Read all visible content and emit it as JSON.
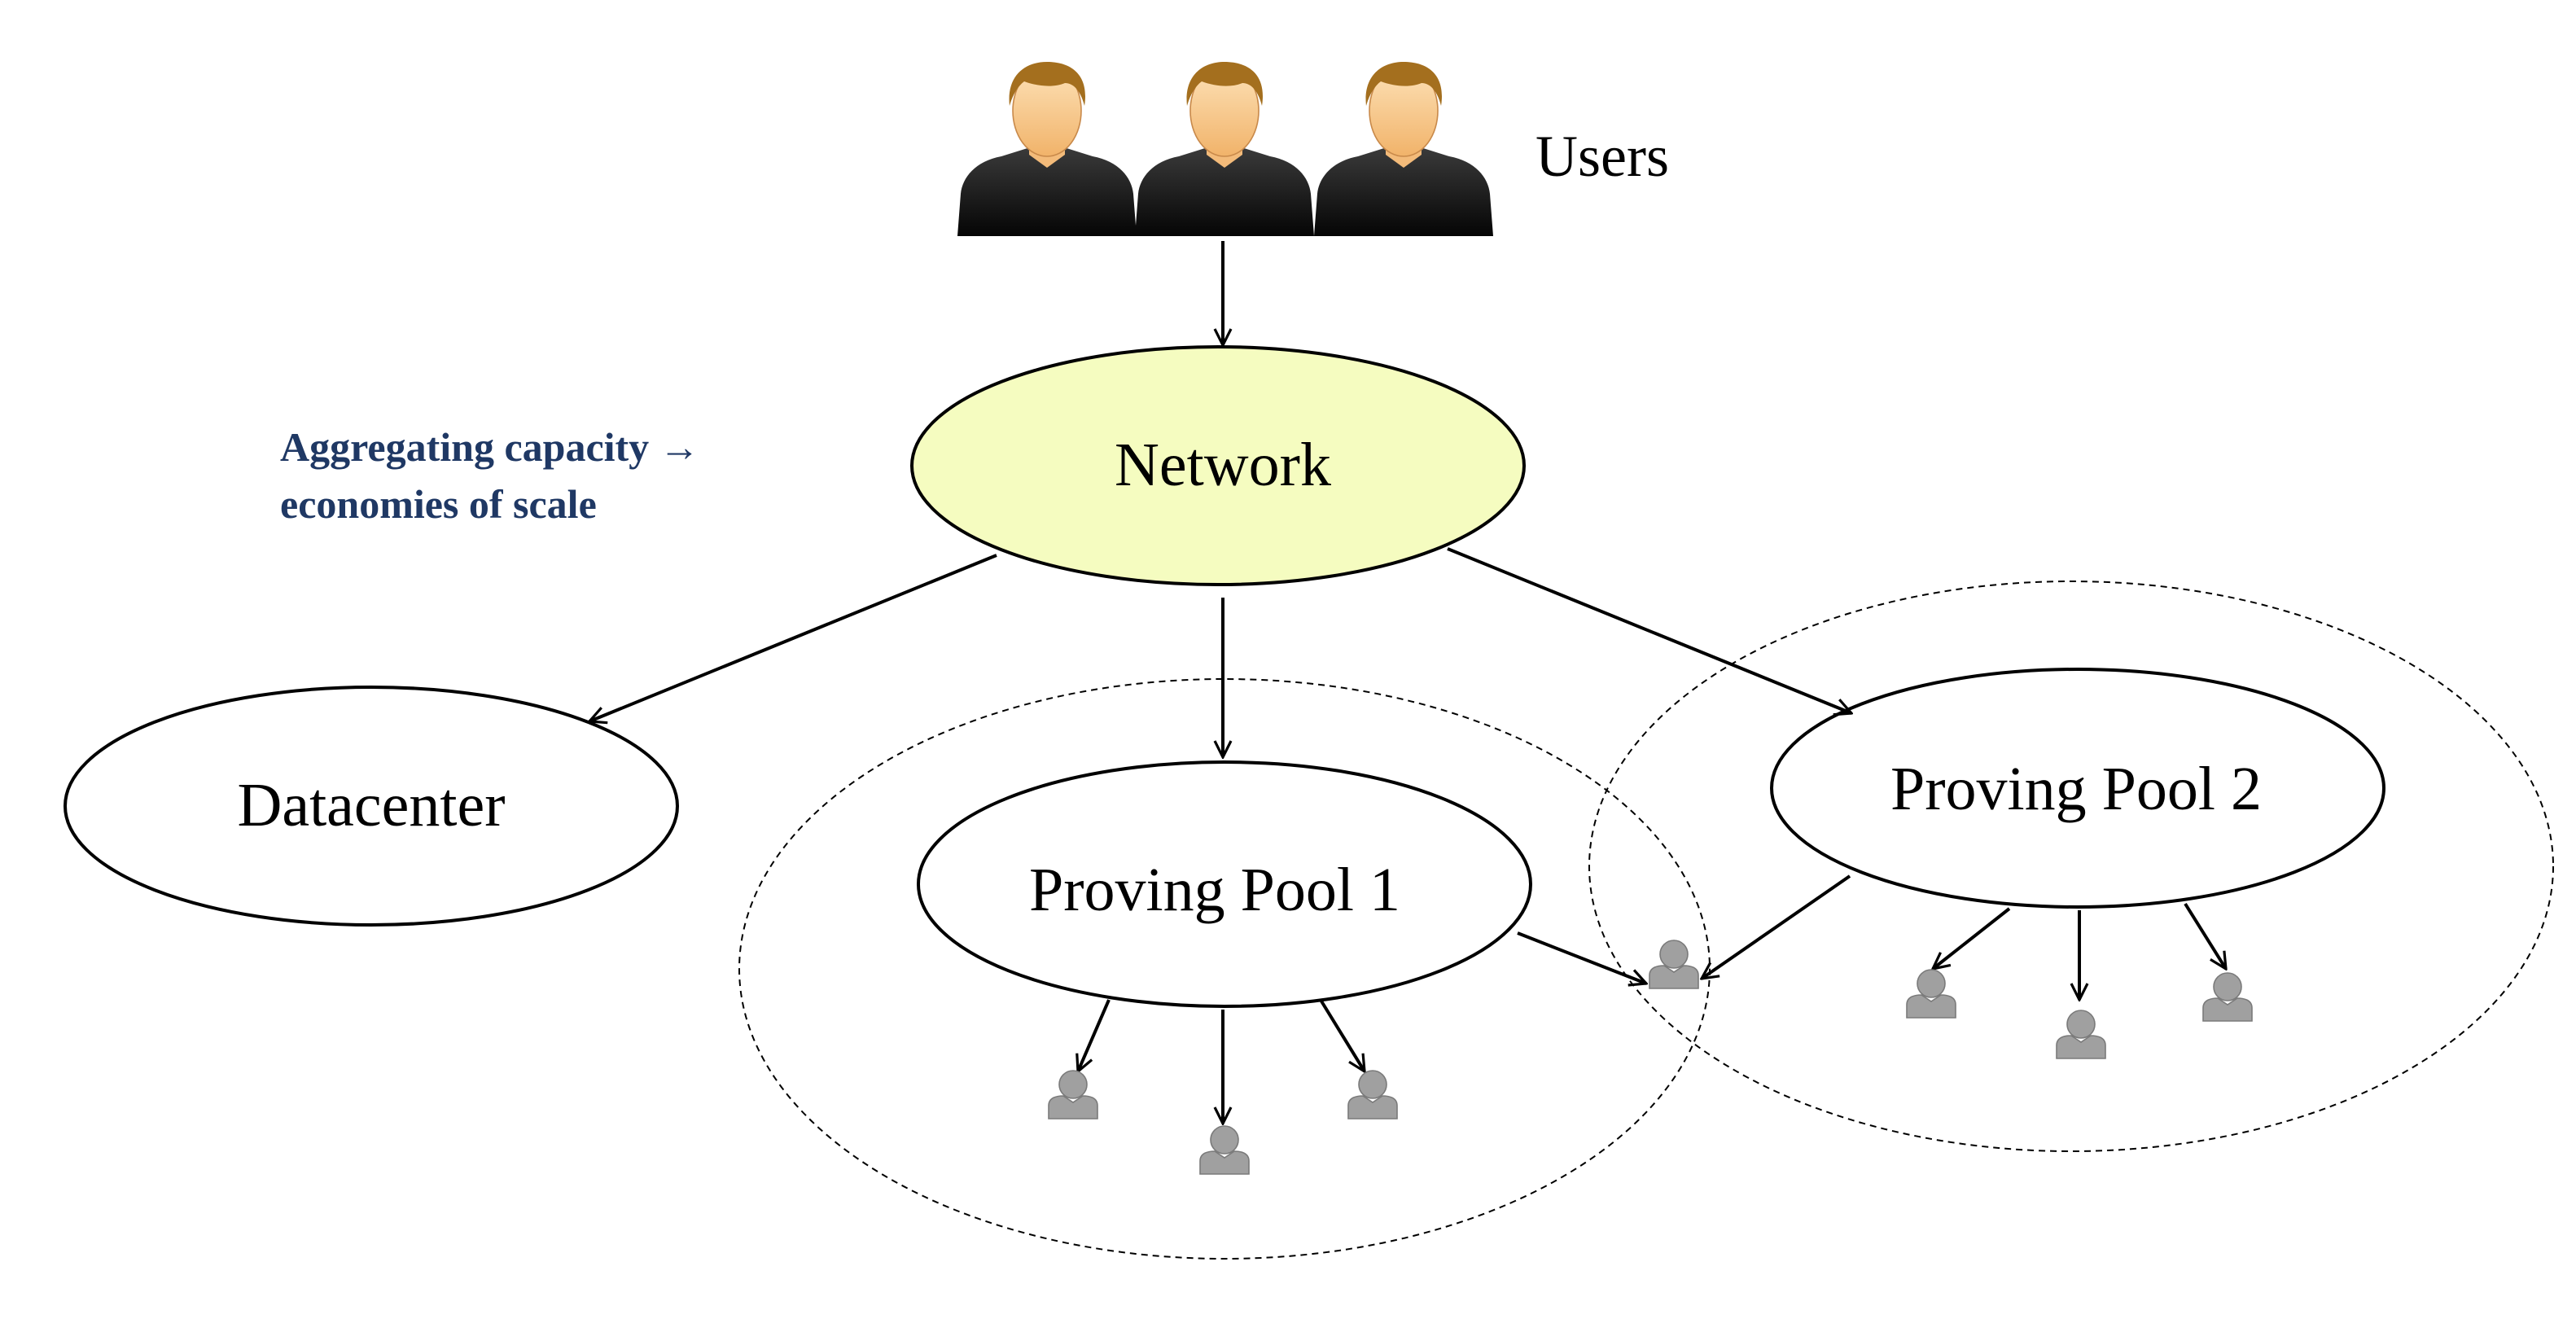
{
  "users_label": "Users",
  "nodes": {
    "network": "Network",
    "datacenter": "Datacenter",
    "pool1": "Proving Pool 1",
    "pool2": "Proving Pool 2"
  },
  "annotation": {
    "line1": "Aggregating capacity →",
    "line2": "economies of scale"
  },
  "colors": {
    "network_fill": "#f5fcc0",
    "annotation_text": "#1f3864",
    "prover_icon": "#a0a0a0"
  },
  "icons": {
    "users": "user-avatar-icon",
    "provers": "prover-person-icon"
  }
}
